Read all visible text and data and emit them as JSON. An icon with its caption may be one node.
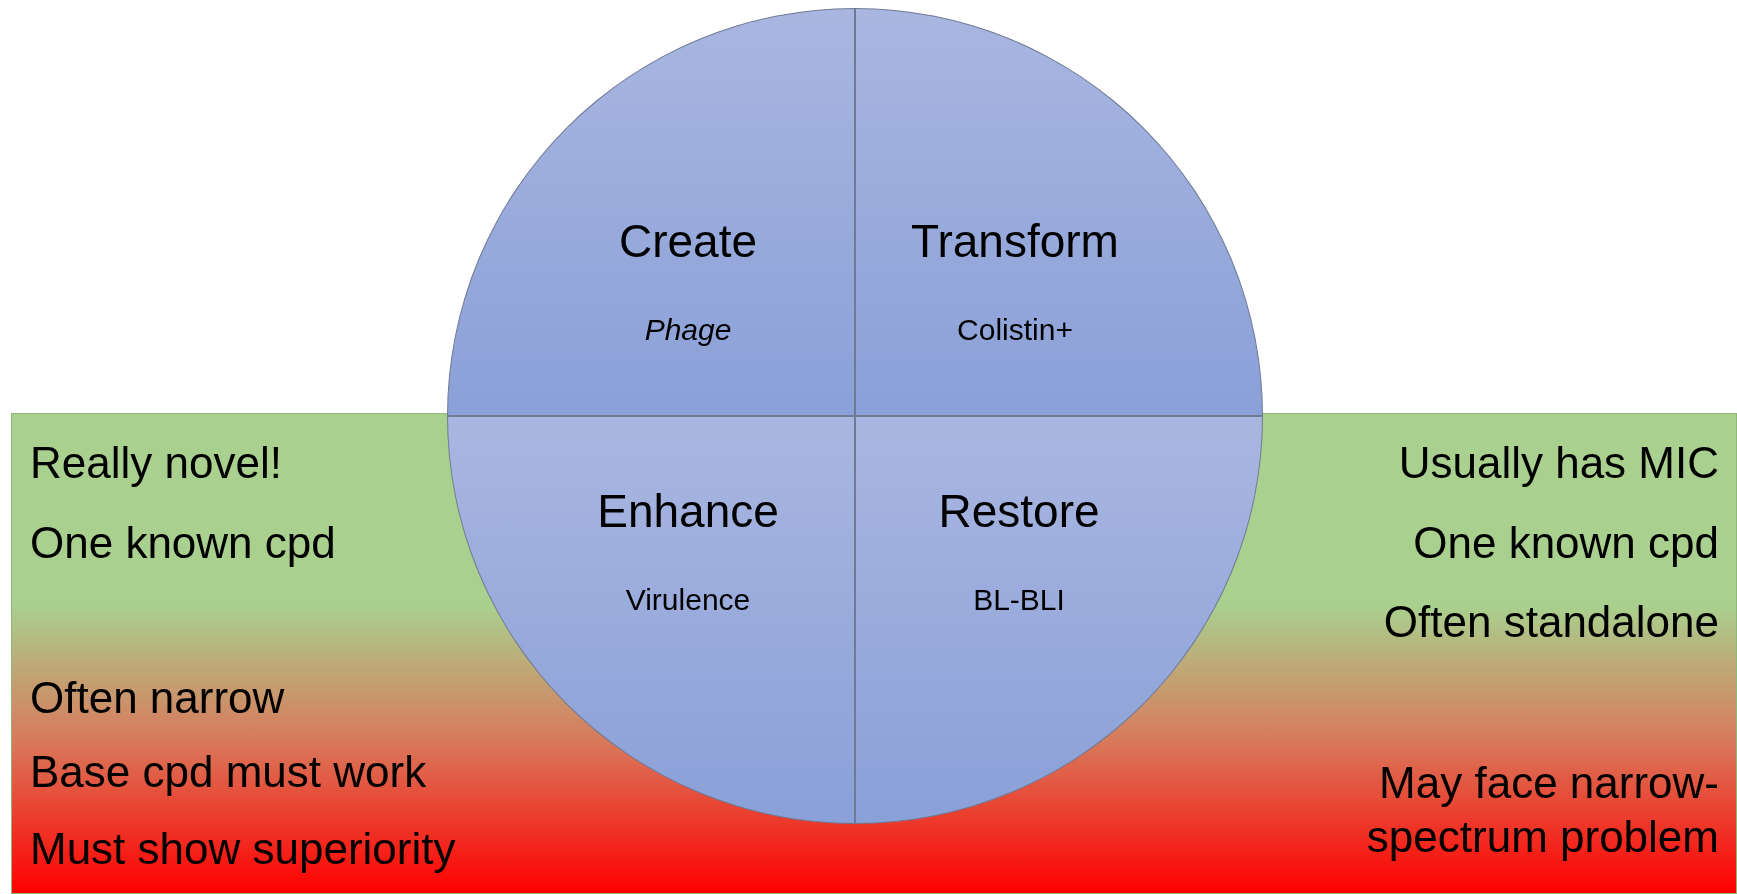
{
  "diagram": {
    "nodes": [
      {
        "text": [
          "Create",
          "*Phage*"
        ]
      },
      {
        "text": [
          "Transform",
          "Colistin+"
        ]
      },
      {
        "text": [
          "Enhance",
          "Virulence"
        ]
      },
      {
        "text": [
          "Restore",
          "BL-BLI"
        ]
      }
    ],
    "labels": [
      "Really novel!",
      "One known cpd",
      "Often narrow",
      "Base cpd must work",
      "Must show superiority",
      "Usually has MIC",
      "One known cpd",
      "Often standalone",
      "May face narrow-spectrum problem"
    ]
  }
}
